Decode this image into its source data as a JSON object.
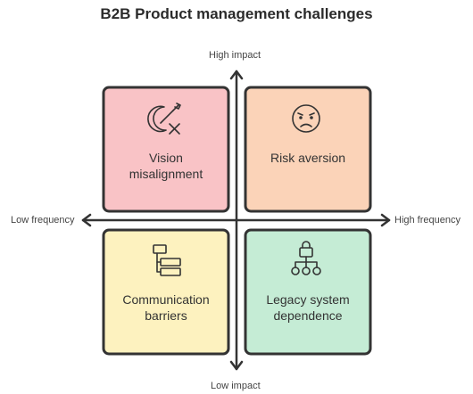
{
  "title": "B2B Product management challenges",
  "axes": {
    "top": "High impact",
    "bottom": "Low impact",
    "left": "Low frequency",
    "right": "High frequency"
  },
  "quadrants": [
    {
      "label_line1": "Vision",
      "label_line2": "misalignment",
      "icon": "crescent-moon-dart-icon",
      "color": "#f9c3c6"
    },
    {
      "label_line1": "Risk aversion",
      "label_line2": "",
      "icon": "worried-face-icon",
      "color": "#fbd3b8"
    },
    {
      "label_line1": "Communication",
      "label_line2": "barriers",
      "icon": "flowchart-icon",
      "color": "#fdf2bf"
    },
    {
      "label_line1": "Legacy system",
      "label_line2": "dependence",
      "icon": "locked-hierarchy-icon",
      "color": "#c5ecd5"
    }
  ]
}
